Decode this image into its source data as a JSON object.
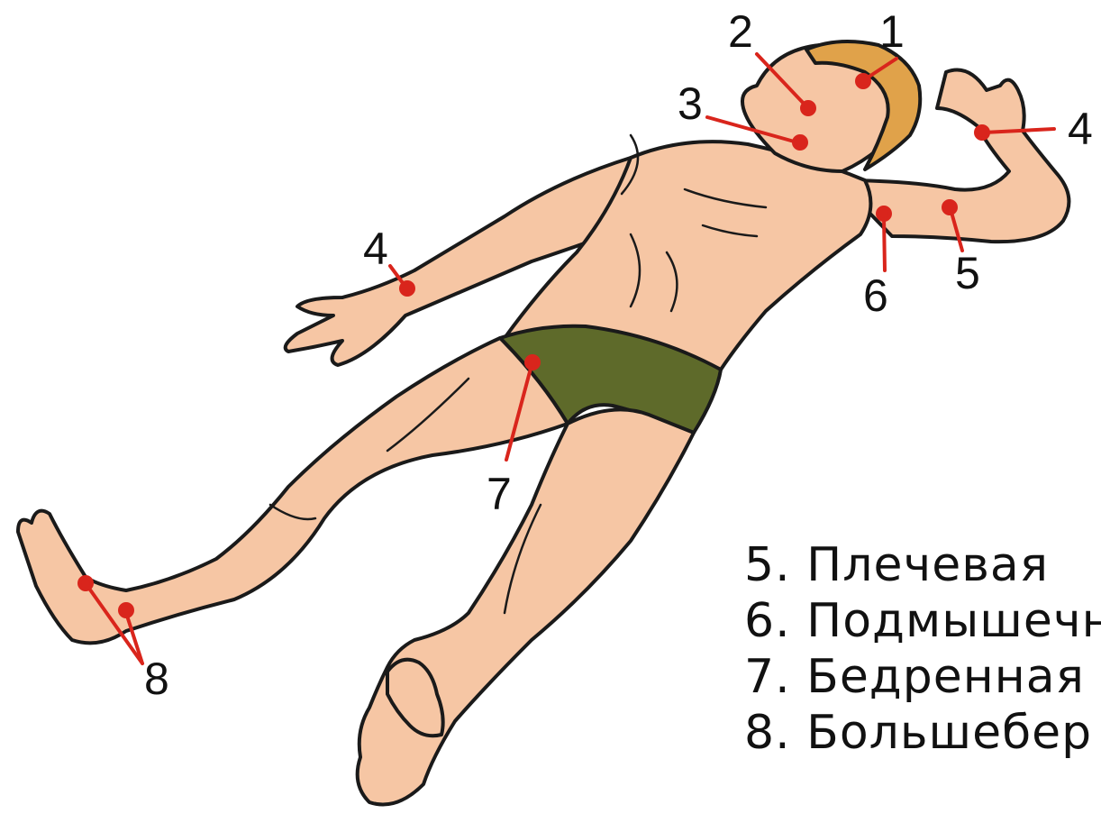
{
  "markers": [
    {
      "id": "1",
      "label": "1"
    },
    {
      "id": "2",
      "label": "2"
    },
    {
      "id": "3",
      "label": "3"
    },
    {
      "id": "4a",
      "label": "4"
    },
    {
      "id": "4b",
      "label": "4"
    },
    {
      "id": "5",
      "label": "5"
    },
    {
      "id": "6",
      "label": "6"
    },
    {
      "id": "7",
      "label": "7"
    },
    {
      "id": "8",
      "label": "8"
    }
  ],
  "legend": [
    "5. Плечевая",
    "6. Подмышечн",
    "7. Бедренная",
    "8. Большебер"
  ],
  "colors": {
    "skin": "#f6c6a4",
    "outline": "#1a1a1a",
    "shorts": "#5e6a2a",
    "hair": "#e0a24a",
    "marker": "#d9251c"
  }
}
